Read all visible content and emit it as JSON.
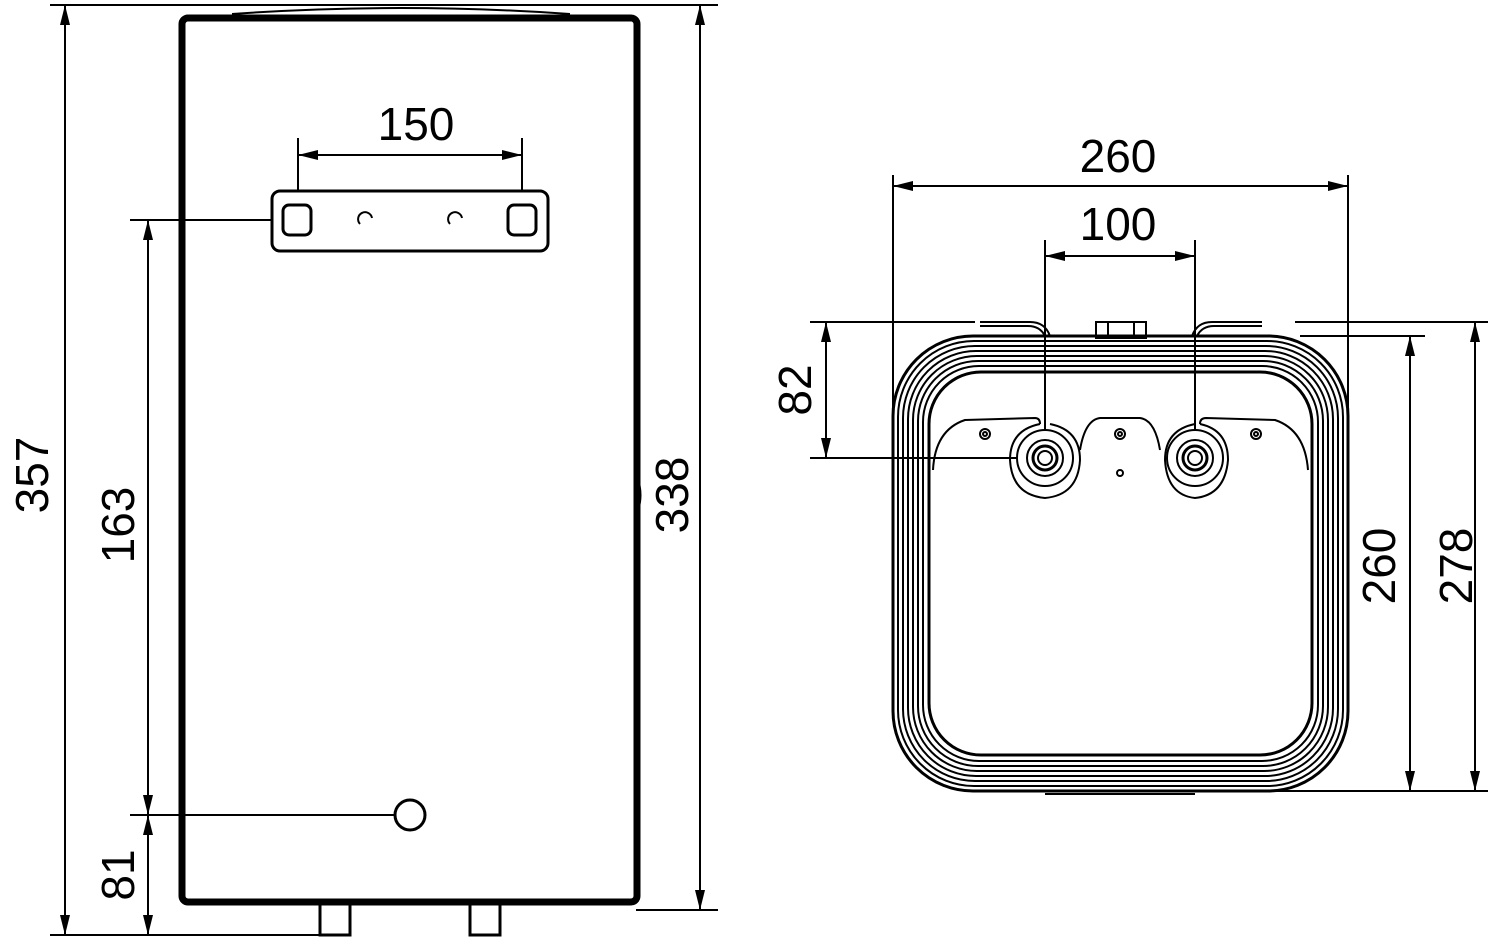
{
  "drawing": {
    "front_view": {
      "dimensions": {
        "overall_height": "357",
        "body_height": "338",
        "bracket_height": "163",
        "outlet_height": "81",
        "bracket_width": "150"
      }
    },
    "top_view": {
      "dimensions": {
        "overall_width": "260",
        "pipe_spacing": "100",
        "pipe_offset": "82",
        "body_depth": "260",
        "overall_depth": "278"
      }
    }
  }
}
